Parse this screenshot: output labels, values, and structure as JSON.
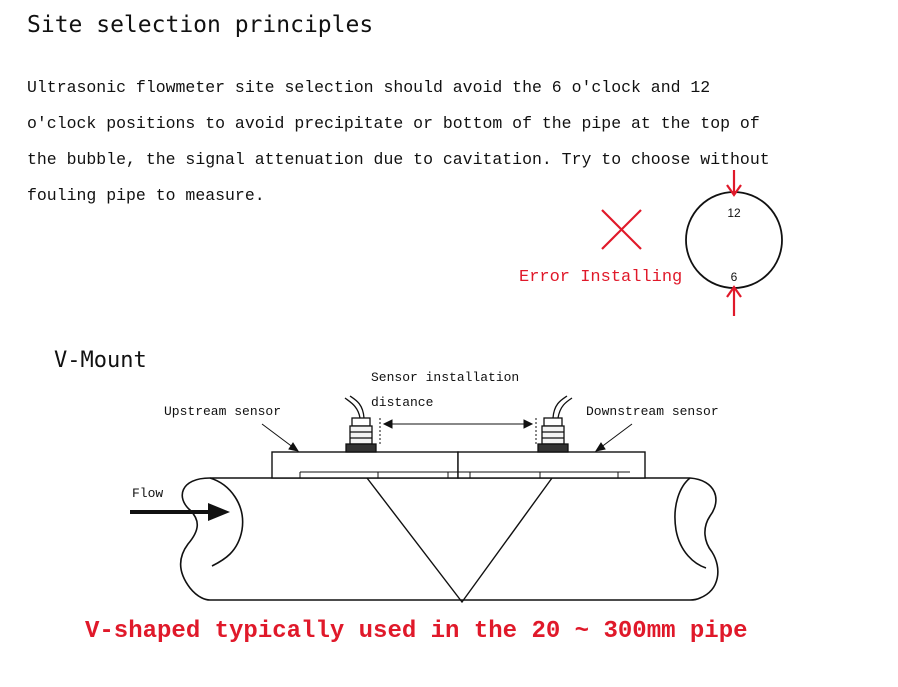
{
  "section": {
    "title": "Site selection principles",
    "lines": [
      "Ultrasonic flowmeter site selection should avoid the 6 o'clock and 12",
      "o'clock positions to avoid precipitate or bottom of the pipe at the top of",
      "the bubble, the signal attenuation due to cavitation. Try to choose without",
      "fouling pipe to measure."
    ]
  },
  "error_figure": {
    "label": "Error Installing",
    "top_position": "12",
    "bottom_position": "6",
    "color": "#e0192a"
  },
  "vmount": {
    "title": "V-Mount",
    "upstream_label": "Upstream sensor",
    "downstream_label": "Downstream sensor",
    "distance_label_1": "Sensor installation",
    "distance_label_2": "distance",
    "flow_label": "Flow"
  },
  "caption": "V-shaped typically used in the 20 ~ 300mm pipe"
}
